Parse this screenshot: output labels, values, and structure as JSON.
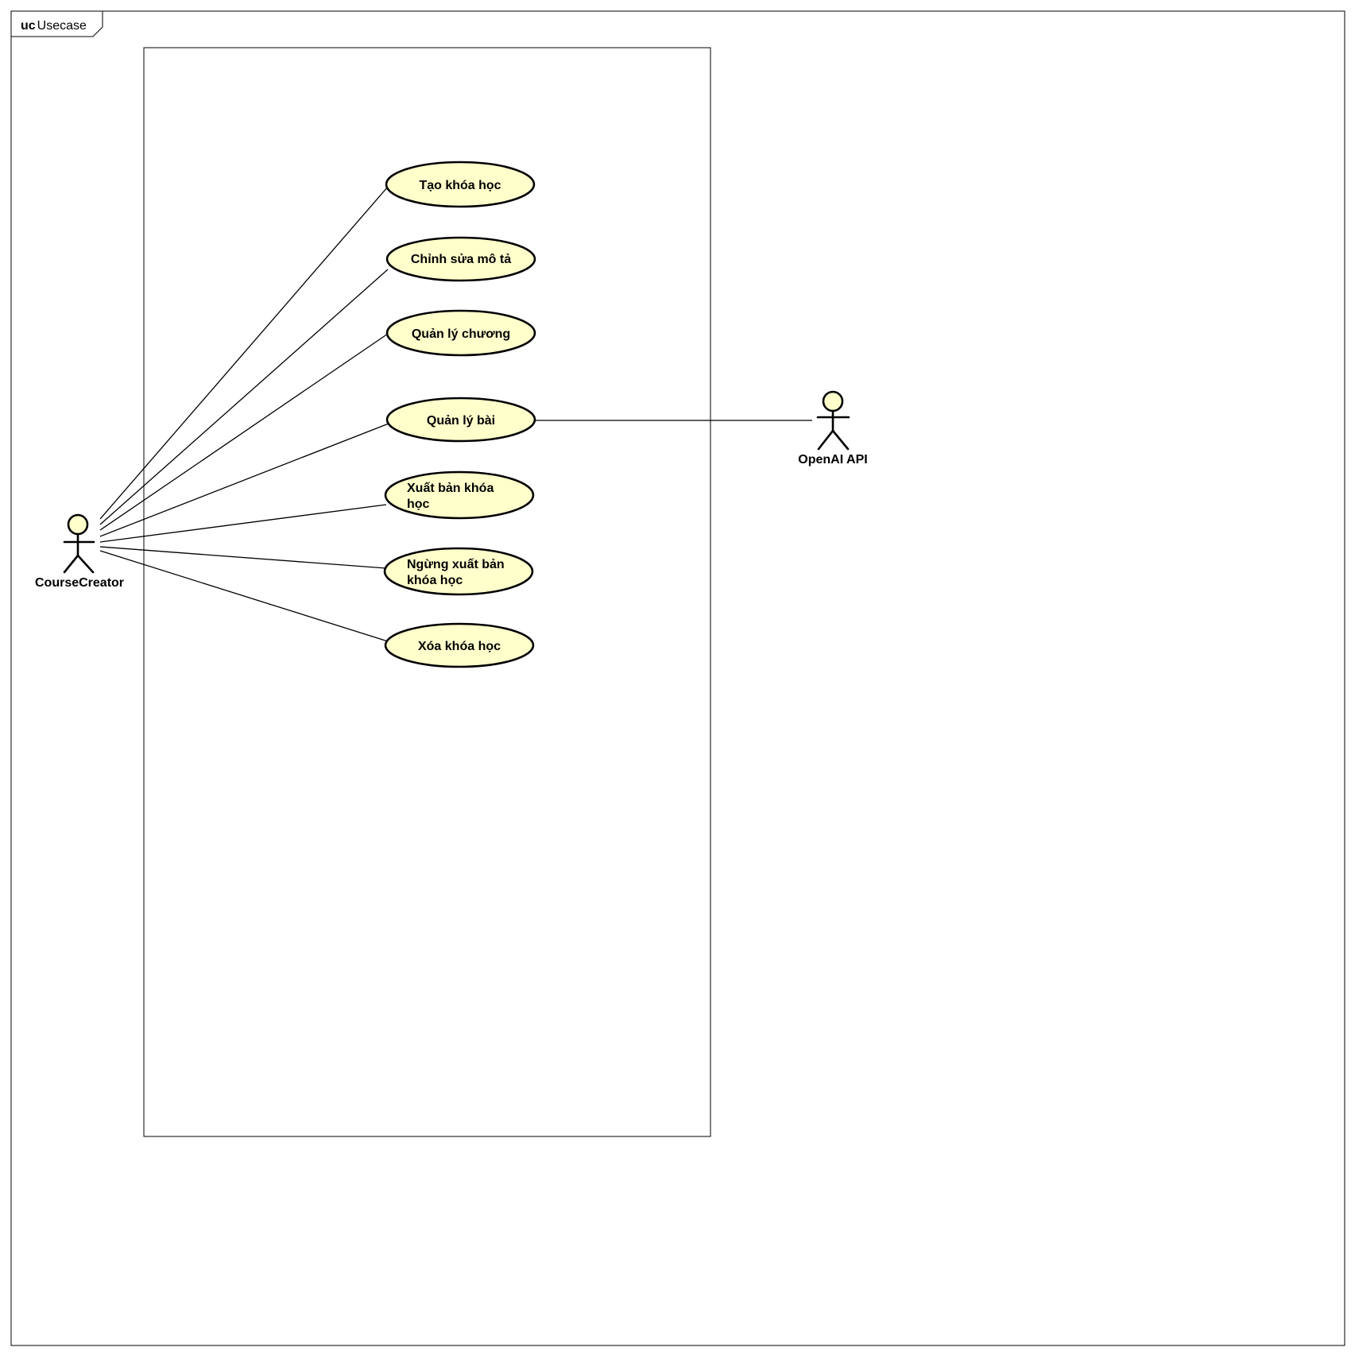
{
  "frame": {
    "keyword": "uc",
    "name": "Usecase"
  },
  "colors": {
    "usecase_fill": "#ffffcc",
    "actor_head_fill": "#ffffcc",
    "line": "#000000",
    "background": "#ffffff"
  },
  "actors": [
    {
      "id": "course-creator",
      "name": "CourseCreator"
    },
    {
      "id": "openai-api",
      "name": "OpenAI API"
    }
  ],
  "usecases": [
    {
      "id": "tao-khoa-hoc",
      "lines": [
        "Tạo khóa học"
      ]
    },
    {
      "id": "chinh-sua-mo-ta",
      "lines": [
        "Chỉnh sửa mô tả"
      ]
    },
    {
      "id": "quan-ly-chuong",
      "lines": [
        "Quản lý chương"
      ]
    },
    {
      "id": "quan-ly-bai",
      "lines": [
        "Quản lý bài"
      ]
    },
    {
      "id": "xuat-ban-khoa-hoc",
      "lines": [
        "Xuất bản khóa",
        "học"
      ]
    },
    {
      "id": "ngung-xuat-ban-khoa-hoc",
      "lines": [
        "Ngừng xuất bản",
        "khóa học"
      ]
    },
    {
      "id": "xoa-khoa-hoc",
      "lines": [
        "Xóa khóa học"
      ]
    }
  ],
  "associations": [
    {
      "from": "course-creator",
      "to": "tao-khoa-hoc"
    },
    {
      "from": "course-creator",
      "to": "chinh-sua-mo-ta"
    },
    {
      "from": "course-creator",
      "to": "quan-ly-chuong"
    },
    {
      "from": "course-creator",
      "to": "quan-ly-bai"
    },
    {
      "from": "course-creator",
      "to": "xuat-ban-khoa-hoc"
    },
    {
      "from": "course-creator",
      "to": "ngung-xuat-ban-khoa-hoc"
    },
    {
      "from": "course-creator",
      "to": "xoa-khoa-hoc"
    },
    {
      "from": "quan-ly-bai",
      "to": "openai-api"
    }
  ]
}
